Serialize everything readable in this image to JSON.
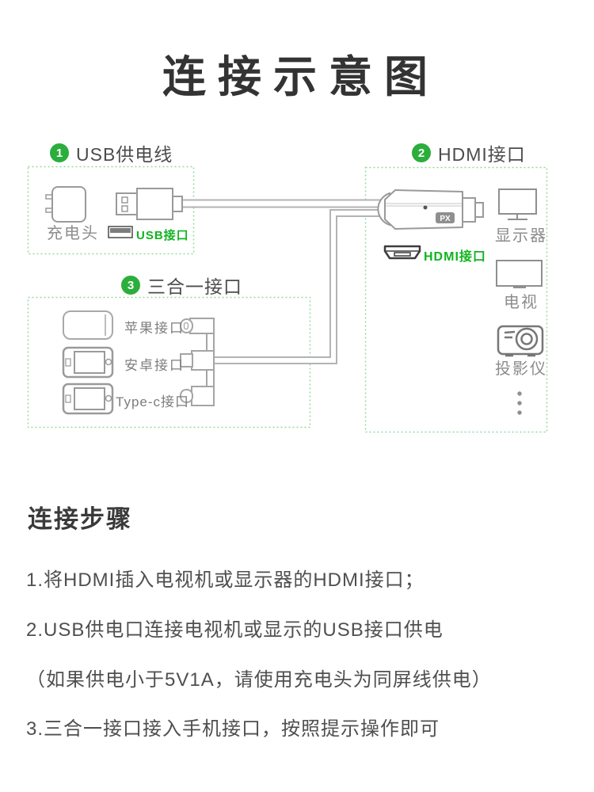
{
  "page": {
    "title": "连接示意图"
  },
  "sections": {
    "usb_power": {
      "number": "1",
      "title": "USB供电线",
      "charger_label": "充电头",
      "port_label": "USB接口"
    },
    "hdmi": {
      "number": "2",
      "title": "HDMI接口",
      "port_label": "HDMI接口",
      "adapter_badge": "PX",
      "devices": [
        {
          "label": "显示器"
        },
        {
          "label": "电视"
        },
        {
          "label": "投影仪"
        }
      ]
    },
    "three_in_one": {
      "number": "3",
      "title": "三合一接口",
      "ports": [
        {
          "label": "苹果接口"
        },
        {
          "label": "安卓接口"
        },
        {
          "label": "Type-c接口"
        }
      ]
    }
  },
  "steps": {
    "heading": "连接步骤",
    "lines": [
      "1.将HDMI插入电视机或显示器的HDMI接口；",
      "2.USB供电口连接电视机或显示的USB接口供电",
      "（如果供电小于5V1A，请使用充电头为同屏线供电）",
      "3.三合一接口接入手机接口，按照提示操作即可"
    ]
  },
  "colors": {
    "accent_green": "#2BAE3C",
    "port_label_green": "#10B421",
    "dashed_box_green": "#94D99E",
    "cable_gray": "#b3b3b3",
    "icon_gray": "#9a9a9a",
    "text_dark": "#333333",
    "text_gray": "#8c8c8c",
    "step_text": "#4f4f4f"
  }
}
